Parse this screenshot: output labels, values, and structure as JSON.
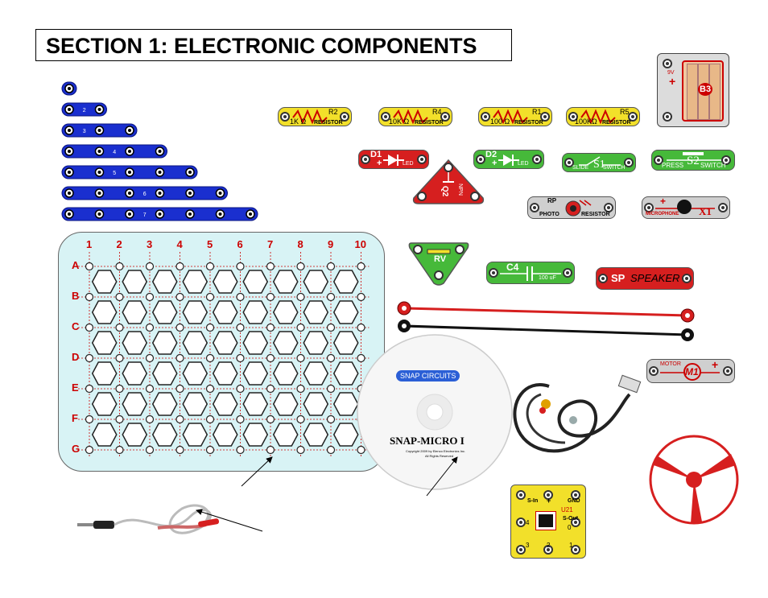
{
  "title": "SECTION 1: ELECTRONIC COMPONENTS",
  "colors": {
    "wire_blue": "#1a2fcf",
    "resistor_yellow": "#f2e02a",
    "green": "#46b93a",
    "red": "#d61f1f",
    "baseplate": "#d8f3f5"
  },
  "wires": [
    {
      "num": ""
    },
    {
      "num": "2"
    },
    {
      "num": "3"
    },
    {
      "num": "4"
    },
    {
      "num": "5"
    },
    {
      "num": "6"
    },
    {
      "num": "7"
    }
  ],
  "resistors": [
    {
      "id": "R2",
      "value": "1K Ω",
      "label": "RESISTOR"
    },
    {
      "id": "R4",
      "value": "10K Ω",
      "label": "RESISTOR"
    },
    {
      "id": "R1",
      "value": "100 Ω",
      "label": "RESISTOR"
    },
    {
      "id": "R5",
      "value": "100KΩ",
      "label": "RESISTOR"
    }
  ],
  "battery": {
    "id": "B3",
    "voltage": "9V"
  },
  "leds": [
    {
      "id": "D1",
      "label": "LED"
    },
    {
      "id": "D2",
      "label": "LED"
    }
  ],
  "transistor": {
    "id": "Q2",
    "type": "NPN"
  },
  "switches": [
    {
      "id": "S1",
      "label_left": "SLIDE",
      "label_right": "SWITCH"
    },
    {
      "id": "S2",
      "label_left": "PRESS",
      "label_right": "SWITCH"
    }
  ],
  "photo_resistor": {
    "id": "RP",
    "label_left": "PHOTO",
    "label_right": "RESISTOR"
  },
  "microphone": {
    "id": "X1",
    "label": "MICROPHONE"
  },
  "potentiometer": {
    "id": "RV"
  },
  "capacitor": {
    "id": "C4",
    "value": "100 uF"
  },
  "speaker": {
    "id": "SP",
    "label": "SPEAKER"
  },
  "motor": {
    "id": "M1",
    "label": "MOTOR"
  },
  "baseplate": {
    "columns": [
      "1",
      "2",
      "3",
      "4",
      "5",
      "6",
      "7",
      "8",
      "9",
      "10"
    ],
    "rows": [
      "A",
      "B",
      "C",
      "D",
      "E",
      "F",
      "G"
    ]
  },
  "cd": {
    "brand": "SNAP CIRCUITS",
    "title": "SNAP-MICRO I",
    "copyright": "Copyright 2009 by Elenco Electronics Inc.",
    "rights": "All Rights Reserved"
  },
  "module": {
    "id": "U21",
    "s_in": "S-In",
    "s_out": "S-Out",
    "gnd": "GND",
    "plus": "+",
    "pins": [
      "4",
      "0",
      "3",
      "2",
      "1"
    ]
  }
}
